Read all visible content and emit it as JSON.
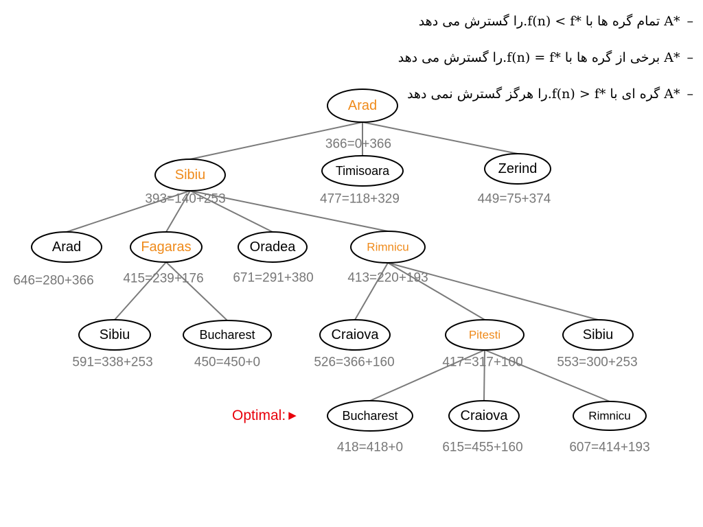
{
  "rules": [
    {
      "prefix": "– ",
      "lhs": "A*",
      "pre": " تمام گره ها با ",
      "expr": "f(n) < f*",
      "post": " را گسترش می دهد."
    },
    {
      "prefix": "– ",
      "lhs": "A*",
      "pre": " برخی از گره ها با ",
      "expr": "f(n) = f*",
      "post": " را گسترش می دهد."
    },
    {
      "prefix": "– ",
      "lhs": "A*",
      "pre": " گره ای با ",
      "expr": "f(n) > f*",
      "post": " را هرگز گسترش نمی دهد."
    }
  ],
  "optimal": {
    "label": "Optimal:",
    "arrow": "▶"
  },
  "colors": {
    "expanded": "#ef8a1a",
    "normal": "#000000",
    "cost": "#777777",
    "edge": "#7a7a7a",
    "optimal": "#e8000b"
  },
  "tree": {
    "nodes": [
      {
        "id": "arad-root",
        "label": "Arad",
        "cost": "366=0+366",
        "expanded": true
      },
      {
        "id": "sibiu",
        "label": "Sibiu",
        "cost": "393=140+253",
        "expanded": true
      },
      {
        "id": "timisoara",
        "label": "Timisoara",
        "cost": "477=118+329",
        "expanded": false
      },
      {
        "id": "zerind",
        "label": "Zerind",
        "cost": "449=75+374",
        "expanded": false
      },
      {
        "id": "arad-2",
        "label": "Arad",
        "cost": "646=280+366",
        "expanded": false
      },
      {
        "id": "fagaras",
        "label": "Fagaras",
        "cost": "415=239+176",
        "expanded": true
      },
      {
        "id": "oradea",
        "label": "Oradea",
        "cost": "671=291+380",
        "expanded": false
      },
      {
        "id": "rimnicu",
        "label": "Rimnicu",
        "cost": "413=220+193",
        "expanded": true
      },
      {
        "id": "sibiu-3a",
        "label": "Sibiu",
        "cost": "591=338+253",
        "expanded": false
      },
      {
        "id": "bucharest-3",
        "label": "Bucharest",
        "cost": "450=450+0",
        "expanded": false
      },
      {
        "id": "craiova-3",
        "label": "Craiova",
        "cost": "526=366+160",
        "expanded": false
      },
      {
        "id": "pitesti",
        "label": "Pitesti",
        "cost": "417=317+100",
        "expanded": true
      },
      {
        "id": "sibiu-3b",
        "label": "Sibiu",
        "cost": "553=300+253",
        "expanded": false
      },
      {
        "id": "bucharest-4",
        "label": "Bucharest",
        "cost": "418=418+0",
        "expanded": false
      },
      {
        "id": "craiova-4",
        "label": "Craiova",
        "cost": "615=455+160",
        "expanded": false
      },
      {
        "id": "rimnicu-4",
        "label": "Rimnicu",
        "cost": "607=414+193",
        "expanded": false
      }
    ],
    "edges": [
      [
        "arad-root",
        "sibiu"
      ],
      [
        "arad-root",
        "timisoara"
      ],
      [
        "arad-root",
        "zerind"
      ],
      [
        "sibiu",
        "arad-2"
      ],
      [
        "sibiu",
        "fagaras"
      ],
      [
        "sibiu",
        "oradea"
      ],
      [
        "sibiu",
        "rimnicu"
      ],
      [
        "fagaras",
        "sibiu-3a"
      ],
      [
        "fagaras",
        "bucharest-3"
      ],
      [
        "rimnicu",
        "craiova-3"
      ],
      [
        "rimnicu",
        "pitesti"
      ],
      [
        "rimnicu",
        "sibiu-3b"
      ],
      [
        "pitesti",
        "bucharest-4"
      ],
      [
        "pitesti",
        "craiova-4"
      ],
      [
        "pitesti",
        "rimnicu-4"
      ]
    ]
  }
}
